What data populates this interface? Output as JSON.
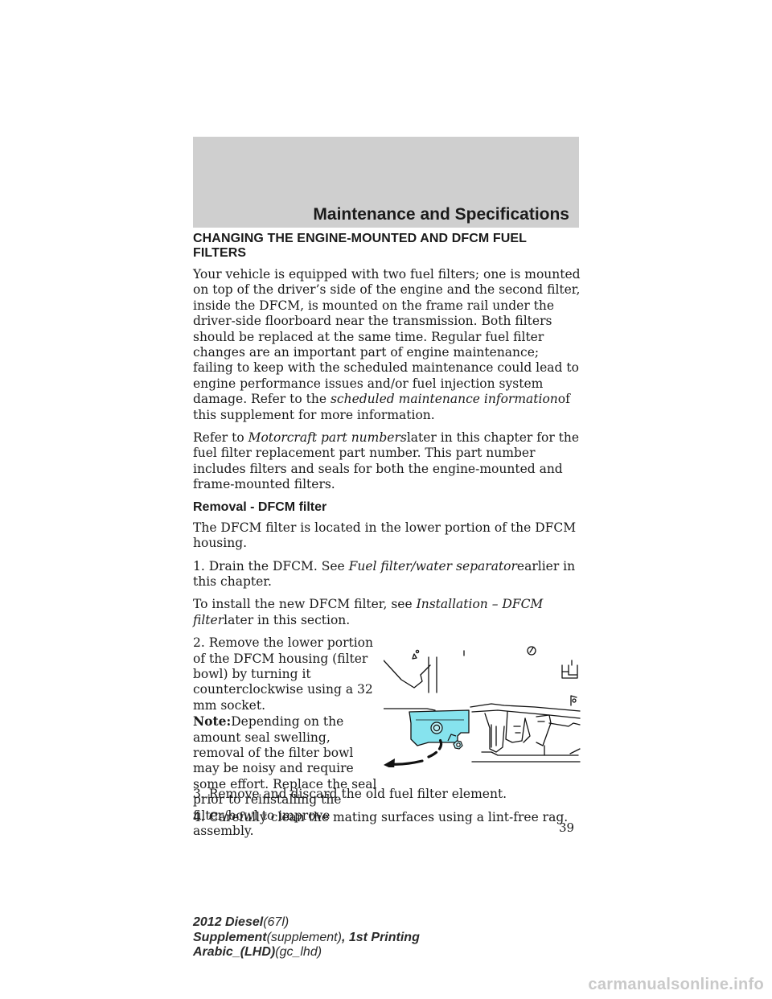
{
  "header": {
    "title": "Maintenance and Specifications"
  },
  "section": {
    "heading": "CHANGING THE ENGINE-MOUNTED AND DFCM FUEL FILTERS",
    "para1_text": "Your vehicle is equipped with two fuel filters; one is mounted on top of the driver’s side of the engine and the second filter, inside the DFCM, is mounted on the frame rail under the driver-side floorboard near the transmission. Both filters should be replaced at the same time. Regular fuel filter changes are an important part of engine maintenance; failing to keep with the scheduled maintenance could lead to engine performance issues and/or fuel injection system damage. Refer to the ",
    "para1_italic": "scheduled maintenance information",
    "para1_tail": "of this supplement for more information.",
    "para2_lead": "Refer to ",
    "para2_italic": "Motorcraft part numbers",
    "para2_tail": "later in this chapter for the fuel filter replacement part number. This part number includes filters and seals for both the engine-mounted and frame-mounted filters."
  },
  "removal": {
    "heading": "Removal - DFCM filter",
    "intro": "The DFCM filter is located in the lower portion of the DFCM housing.",
    "step1_lead": "1. Drain the DFCM. See ",
    "step1_italic": "Fuel filter/water separator",
    "step1_tail": "earlier in this chapter.",
    "install_lead": "To install the new DFCM filter, see ",
    "install_italic": "Installation – DFCM filter",
    "install_tail": "later in this section.",
    "step2": "2. Remove the lower portion of the DFCM housing (filter bowl) by turning it counterclockwise using a 32 mm socket.",
    "note_label": "Note:",
    "note_text": "Depending on the amount seal swelling, removal of the filter bowl may be noisy and require some effort. Replace the seal prior to reinstalling the filter/bowl to improve assembly.",
    "step3": "3. Remove and discard the old fuel filter element.",
    "step4": "4. Carefully clean the mating surfaces using a lint-free rag."
  },
  "page_number": "39",
  "footer": {
    "line1_bold": "2012 Diesel",
    "line1_light": "(67l)",
    "line2_bold": "Supplement",
    "line2_light": "(supplement)",
    "line2_sep": ",",
    "line2_bold2": " 1st Printing",
    "line3_bold": "Arabic_(LHD)",
    "line3_light": "(gc_lhd)"
  },
  "watermark": "carmanualsonline.info",
  "colors": {
    "header_band": "#cfcfcf",
    "highlight": "#86e3ee"
  },
  "icons": {
    "figure": "dfcm-filter-bowl-illustration"
  }
}
